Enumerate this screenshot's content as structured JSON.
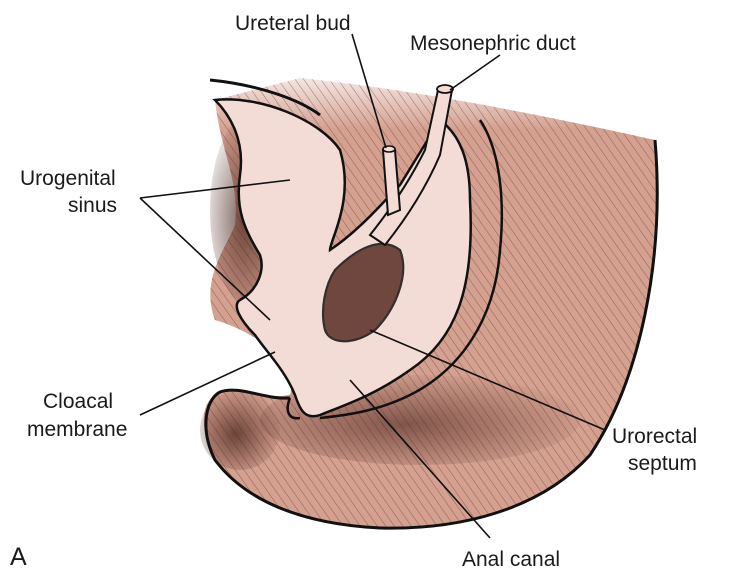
{
  "panel_letter": "A",
  "labels": {
    "ureteral_bud": "Ureteral bud",
    "mesonephric_duct": "Mesonephric duct",
    "urogenital_sinus_line1": "Urogenital",
    "urogenital_sinus_line2": "sinus",
    "cloacal_membrane_line1": "Cloacal",
    "cloacal_membrane_line2": "membrane",
    "urorectal_septum_line1": "Urorectal",
    "urorectal_septum_line2": "septum",
    "anal_canal": "Anal canal"
  },
  "colors": {
    "tissue": "#d8a99a",
    "tissue_dark": "#6e3f32",
    "lumen": "#f3dcd5",
    "outline": "#111111"
  }
}
